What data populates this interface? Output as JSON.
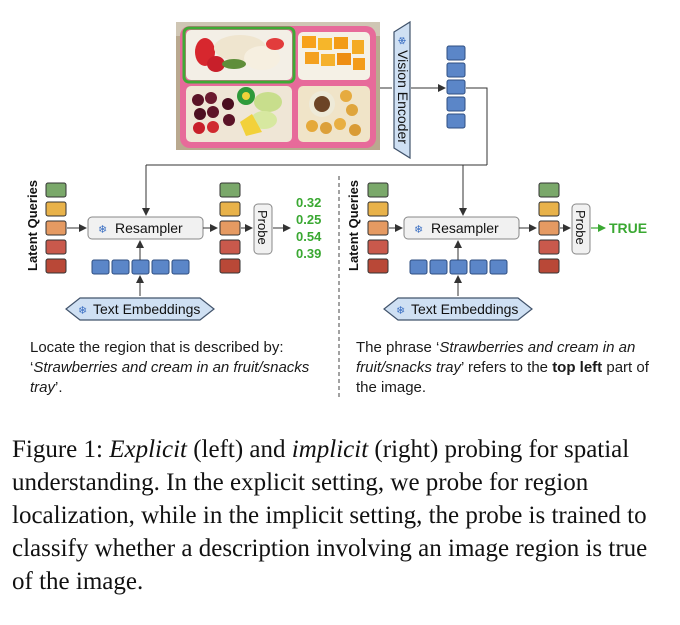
{
  "colors": {
    "query_green": "#7aa86a",
    "query_yellow": "#e8b24a",
    "query_orange": "#e59a62",
    "query_red_light": "#c9594c",
    "query_red_dark": "#b94837",
    "token_blue": "#5b86c8",
    "frozen_blue": "#cfe0f3",
    "score_green": "#3aa832"
  },
  "icons": {
    "frozen": "snowflake-icon",
    "frozen_glyph": "❄"
  },
  "vision_encoder": {
    "label": "Vision Encoder"
  },
  "left_panel": {
    "latent_queries_label": "Latent Queries",
    "resampler_label": "Resampler",
    "probe_label": "Probe",
    "text_embeddings_label": "Text Embeddings",
    "scores": [
      "0.32",
      "0.25",
      "0.54",
      "0.39"
    ],
    "description_pre": "Locate the region that is described by: ‘",
    "description_quote": "Strawberries and cream in an fruit/snacks tray",
    "description_post": "’."
  },
  "right_panel": {
    "latent_queries_label": "Latent Queries",
    "resampler_label": "Resampler",
    "probe_label": "Probe",
    "output_label": "TRUE",
    "text_embeddings_label": "Text Embeddings",
    "description_pre": "The phrase ‘",
    "description_quote": "Strawberries and cream in an fruit/snacks tray",
    "description_mid": "’ refers to the ",
    "description_bold": "top left",
    "description_post": " part of the image."
  },
  "caption": {
    "prefix": "Figure 1: ",
    "explicit": "Explicit",
    "middle": " (left) and ",
    "implicit": "implicit",
    "rest": " (right) probing for spatial understanding. In the explicit setting, we probe for region localization, while in the implicit setting, the probe is trained to classify whether a description involving an image region is true of the image."
  }
}
